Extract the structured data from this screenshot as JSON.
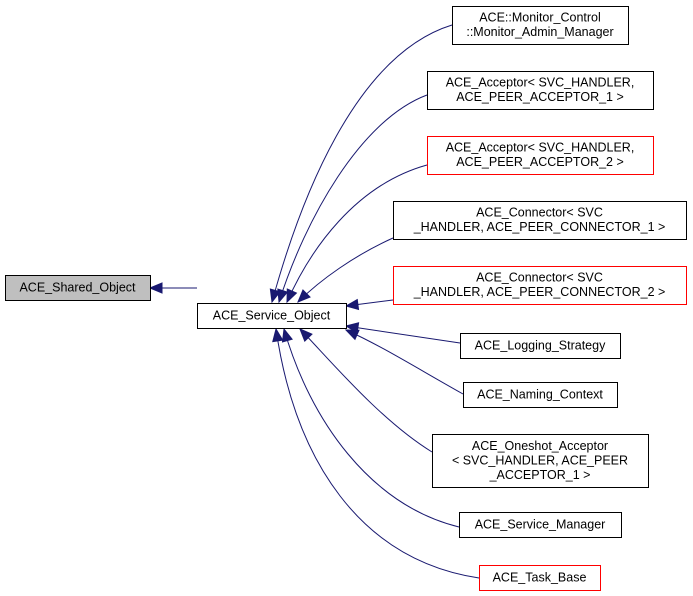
{
  "colors": {
    "edge": "#191970",
    "node_border_default": "#000000",
    "node_border_incomplete": "#ff0000",
    "node_fill_highlight": "#bfbfbf",
    "node_fill": "#ffffff"
  },
  "nodes": {
    "shared_object": {
      "lines": [
        "ACE_Shared_Object"
      ],
      "highlight": true,
      "incomplete": false
    },
    "service_object": {
      "lines": [
        "ACE_Service_Object"
      ],
      "highlight": false,
      "incomplete": false
    },
    "monitor_admin_manager": {
      "lines": [
        "ACE::Monitor_Control",
        "::Monitor_Admin_Manager"
      ],
      "highlight": false,
      "incomplete": false
    },
    "acceptor_1": {
      "lines": [
        "ACE_Acceptor< SVC_HANDLER,",
        "ACE_PEER_ACCEPTOR_1 >"
      ],
      "highlight": false,
      "incomplete": false
    },
    "acceptor_2": {
      "lines": [
        "ACE_Acceptor< SVC_HANDLER,",
        "ACE_PEER_ACCEPTOR_2 >"
      ],
      "highlight": false,
      "incomplete": true
    },
    "connector_1": {
      "lines": [
        "ACE_Connector< SVC",
        "_HANDLER, ACE_PEER_CONNECTOR_1 >"
      ],
      "highlight": false,
      "incomplete": false
    },
    "connector_2": {
      "lines": [
        "ACE_Connector< SVC",
        "_HANDLER, ACE_PEER_CONNECTOR_2 >"
      ],
      "highlight": false,
      "incomplete": true
    },
    "logging_strategy": {
      "lines": [
        "ACE_Logging_Strategy"
      ],
      "highlight": false,
      "incomplete": false
    },
    "naming_context": {
      "lines": [
        "ACE_Naming_Context"
      ],
      "highlight": false,
      "incomplete": false
    },
    "oneshot_acceptor": {
      "lines": [
        "ACE_Oneshot_Acceptor",
        "< SVC_HANDLER, ACE_PEER",
        "_ACCEPTOR_1 >"
      ],
      "highlight": false,
      "incomplete": false
    },
    "service_manager": {
      "lines": [
        "ACE_Service_Manager"
      ],
      "highlight": false,
      "incomplete": false
    },
    "task_base": {
      "lines": [
        "ACE_Task_Base"
      ],
      "highlight": false,
      "incomplete": true
    }
  },
  "edges": [
    {
      "from": "service_object",
      "to": "shared_object"
    },
    {
      "from": "monitor_admin_manager",
      "to": "service_object"
    },
    {
      "from": "acceptor_1",
      "to": "service_object"
    },
    {
      "from": "acceptor_2",
      "to": "service_object"
    },
    {
      "from": "connector_1",
      "to": "service_object"
    },
    {
      "from": "connector_2",
      "to": "service_object"
    },
    {
      "from": "logging_strategy",
      "to": "service_object"
    },
    {
      "from": "naming_context",
      "to": "service_object"
    },
    {
      "from": "oneshot_acceptor",
      "to": "service_object"
    },
    {
      "from": "service_manager",
      "to": "service_object"
    },
    {
      "from": "task_base",
      "to": "service_object"
    }
  ]
}
